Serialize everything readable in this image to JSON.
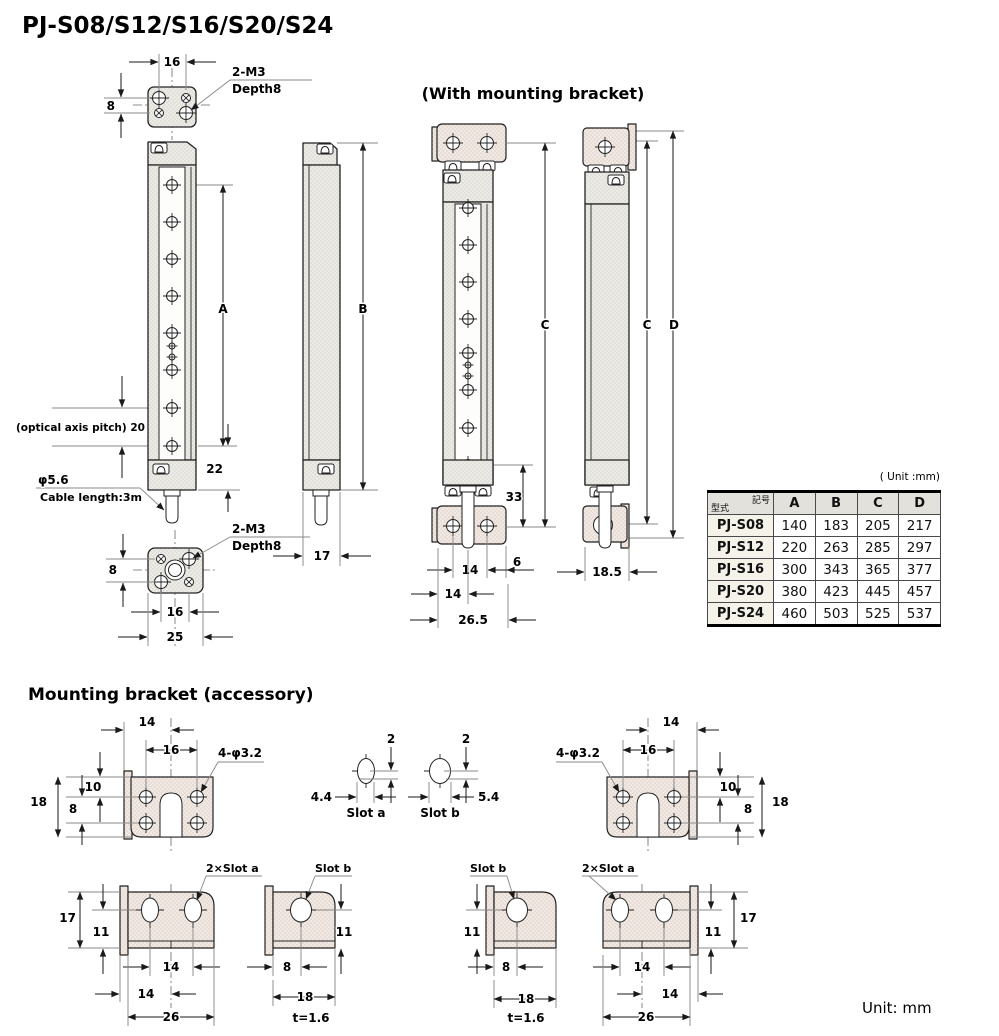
{
  "titles": {
    "main": "PJ-S08/S12/S16/S20/S24",
    "with_bracket": "(With mounting bracket)",
    "mounting": "Mounting bracket (accessory)",
    "unit_note": "Unit: mm"
  },
  "table": {
    "unit_label": "( Unit :mm)",
    "corner_top": "記号",
    "corner_bottom": "型式",
    "columns": [
      "A",
      "B",
      "C",
      "D"
    ],
    "rows": [
      {
        "model": "PJ-S08",
        "values": [
          "140",
          "183",
          "205",
          "217"
        ]
      },
      {
        "model": "PJ-S12",
        "values": [
          "220",
          "263",
          "285",
          "297"
        ]
      },
      {
        "model": "PJ-S16",
        "values": [
          "300",
          "343",
          "365",
          "377"
        ]
      },
      {
        "model": "PJ-S20",
        "values": [
          "380",
          "423",
          "445",
          "457"
        ]
      },
      {
        "model": "PJ-S24",
        "values": [
          "460",
          "503",
          "525",
          "537"
        ]
      }
    ]
  },
  "sensor": {
    "top_view": {
      "width": "16",
      "height": "8",
      "screw": "2-M3",
      "screw_depth": "Depth8"
    },
    "front": {
      "dim_a": "A",
      "pitch": "(optical axis pitch) 20",
      "dim_22": "22",
      "cable_dia": "φ5.6",
      "cable_len": "Cable length:3m"
    },
    "bottom_view": {
      "height": "8",
      "width": "16",
      "width_outer": "25",
      "screw": "2-M3",
      "screw_depth": "Depth8"
    },
    "side": {
      "dim_b": "B",
      "width": "17"
    },
    "bracket_front": {
      "dim_c": "C",
      "dim_33": "33",
      "dim_14": "14",
      "dim_6": "6",
      "dim_14b": "14",
      "dim_265": "26.5"
    },
    "bracket_side": {
      "dim_c": "C",
      "dim_d": "D",
      "dim_185": "18.5"
    }
  },
  "bracket": {
    "plan": {
      "dim_14": "14",
      "dim_16": "16",
      "holes": "4-φ3.2",
      "dim_10": "10",
      "dim_8": "8",
      "dim_18": "18"
    },
    "slot_a": {
      "label": "Slot a",
      "width": "4.4",
      "height": "2"
    },
    "slot_b": {
      "label": "Slot b",
      "width": "5.4",
      "height": "2"
    },
    "front_a": {
      "label": "2×Slot a",
      "dim_17": "17",
      "dim_11": "11",
      "dim_14": "14",
      "dim_14b": "14",
      "dim_26": "26"
    },
    "front_b": {
      "label": "Slot b",
      "dim_11": "11",
      "dim_8": "8",
      "dim_18": "18",
      "thickness": "t=1.6"
    }
  }
}
